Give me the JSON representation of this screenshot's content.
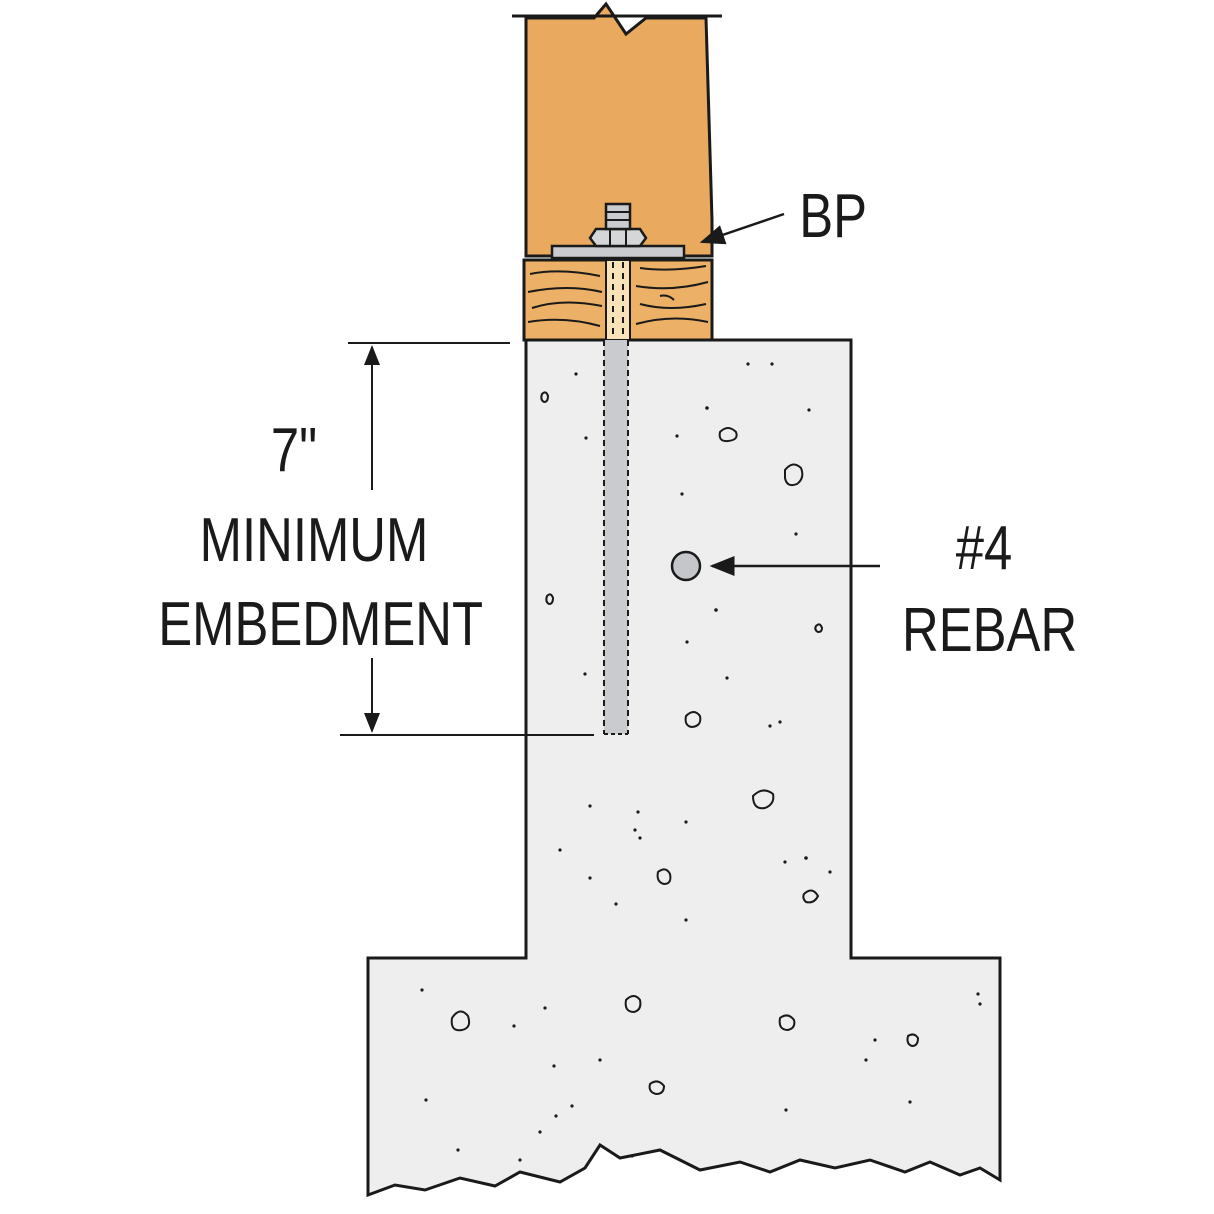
{
  "labels": {
    "bp": "BP",
    "dimension_value": "7\"",
    "dimension_line1": "MINIMUM",
    "dimension_line2": "EMBEDMENT",
    "rebar_line1": "#4",
    "rebar_line2": "REBAR"
  },
  "colors": {
    "post": "#E9A95E",
    "sill_plate": "#ECB066",
    "concrete": "#EEEEEE",
    "bolt": "#C9CBCE",
    "rebar": "#C4C6C9",
    "outline": "#1A1A1A"
  }
}
